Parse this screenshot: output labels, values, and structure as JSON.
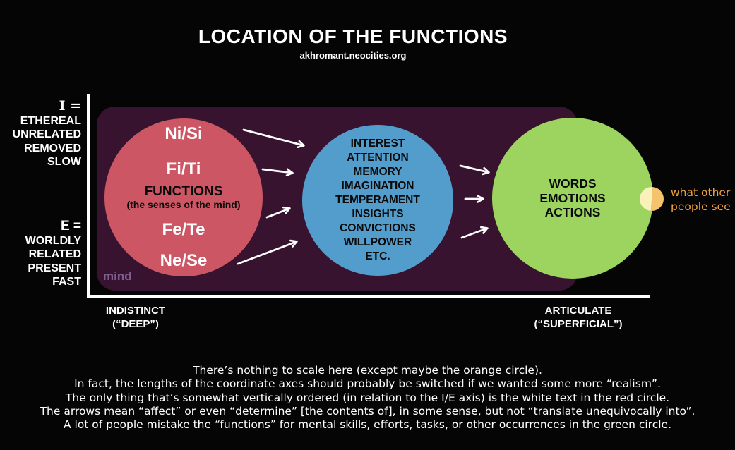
{
  "header": {
    "title": "LOCATION OF THE FUNCTIONS",
    "subtitle": "akhromant.neocities.org"
  },
  "y_axis": {
    "introvert": [
      "I =",
      "ETHEREAL",
      "UNRELATED",
      "REMOVED",
      "SLOW"
    ],
    "extravert": [
      "E =",
      "WORLDLY",
      "RELATED",
      "PRESENT",
      "FAST"
    ]
  },
  "x_axis": {
    "left": [
      "INDISTINCT",
      "(“DEEP”)"
    ],
    "right": [
      "ARTICULATE",
      "(“SUPERFICIAL”)"
    ]
  },
  "mind_region": {
    "label": "mind"
  },
  "red_circle": {
    "functions_top": [
      "Ni/Si",
      "Fi/Ti"
    ],
    "title": "FUNCTIONS",
    "subtitle": "(the senses of the mind)",
    "functions_bottom": [
      "Fe/Te",
      "Ne/Se"
    ]
  },
  "blue_circle": {
    "items": [
      "INTEREST",
      "ATTENTION",
      "MEMORY",
      "IMAGINATION",
      "TEMPERAMENT",
      "INSIGHTS",
      "CONVICTIONS",
      "WILLPOWER",
      "ETC."
    ]
  },
  "green_circle": {
    "items": [
      "WORDS",
      "EMOTIONS",
      "ACTIONS"
    ]
  },
  "orange_circle_note": [
    "what other",
    "people see"
  ],
  "footnote": [
    "There’s nothing to scale here (except maybe the orange circle).",
    "In fact, the lengths of the coordinate axes should probably be switched if we wanted some more “realism”.",
    "The only thing that’s somewhat vertically ordered (in relation to the I/E axis) is the white text in the red circle.",
    "The arrows mean “affect” or even “determine” [the contents of], in some sense, but not “translate unequivocally into”.",
    "A lot of people mistake the “functions” for mental skills, efforts, tasks, or other occurrences in the green circle."
  ],
  "colors": {
    "background": "#050505",
    "mind_region": "#38132F",
    "red_circle": "#CC5663",
    "blue_circle": "#539DCC",
    "green_circle": "#9CD45F",
    "orange_circle": "#F5C26D",
    "orange_circle_overlap": "#F9F1BA",
    "orange_text": "#F0A23D",
    "mind_label": "#7D5E8E",
    "axis_and_text": "#FFFFFF"
  }
}
